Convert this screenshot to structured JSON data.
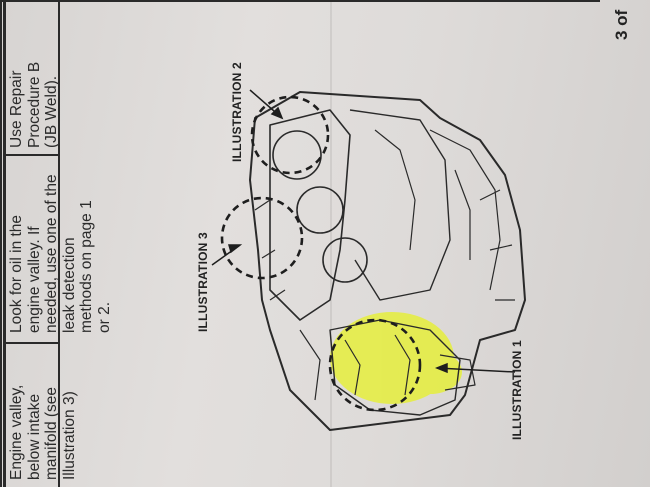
{
  "table": {
    "row": {
      "location": "Engine valley,\nbelow intake\nmanifold (see\nIllustration 3)",
      "action": "Look for oil in the\nengine valley. If\nneeded, use one of the\nleak detection\nmethods on page 1\nor 2.",
      "repair": "Use Repair\nProcedure B\n(JB Weld)."
    }
  },
  "labels": {
    "illustration_1": "ILLUSTRATION 1",
    "illustration_2": "ILLUSTRATION 2",
    "illustration_3": "ILLUSTRATION 3"
  },
  "page": {
    "number": "3 of"
  },
  "colors": {
    "highlight": "#e6f032",
    "ink": "#2a2a2a",
    "paper": "#dedbd9"
  }
}
